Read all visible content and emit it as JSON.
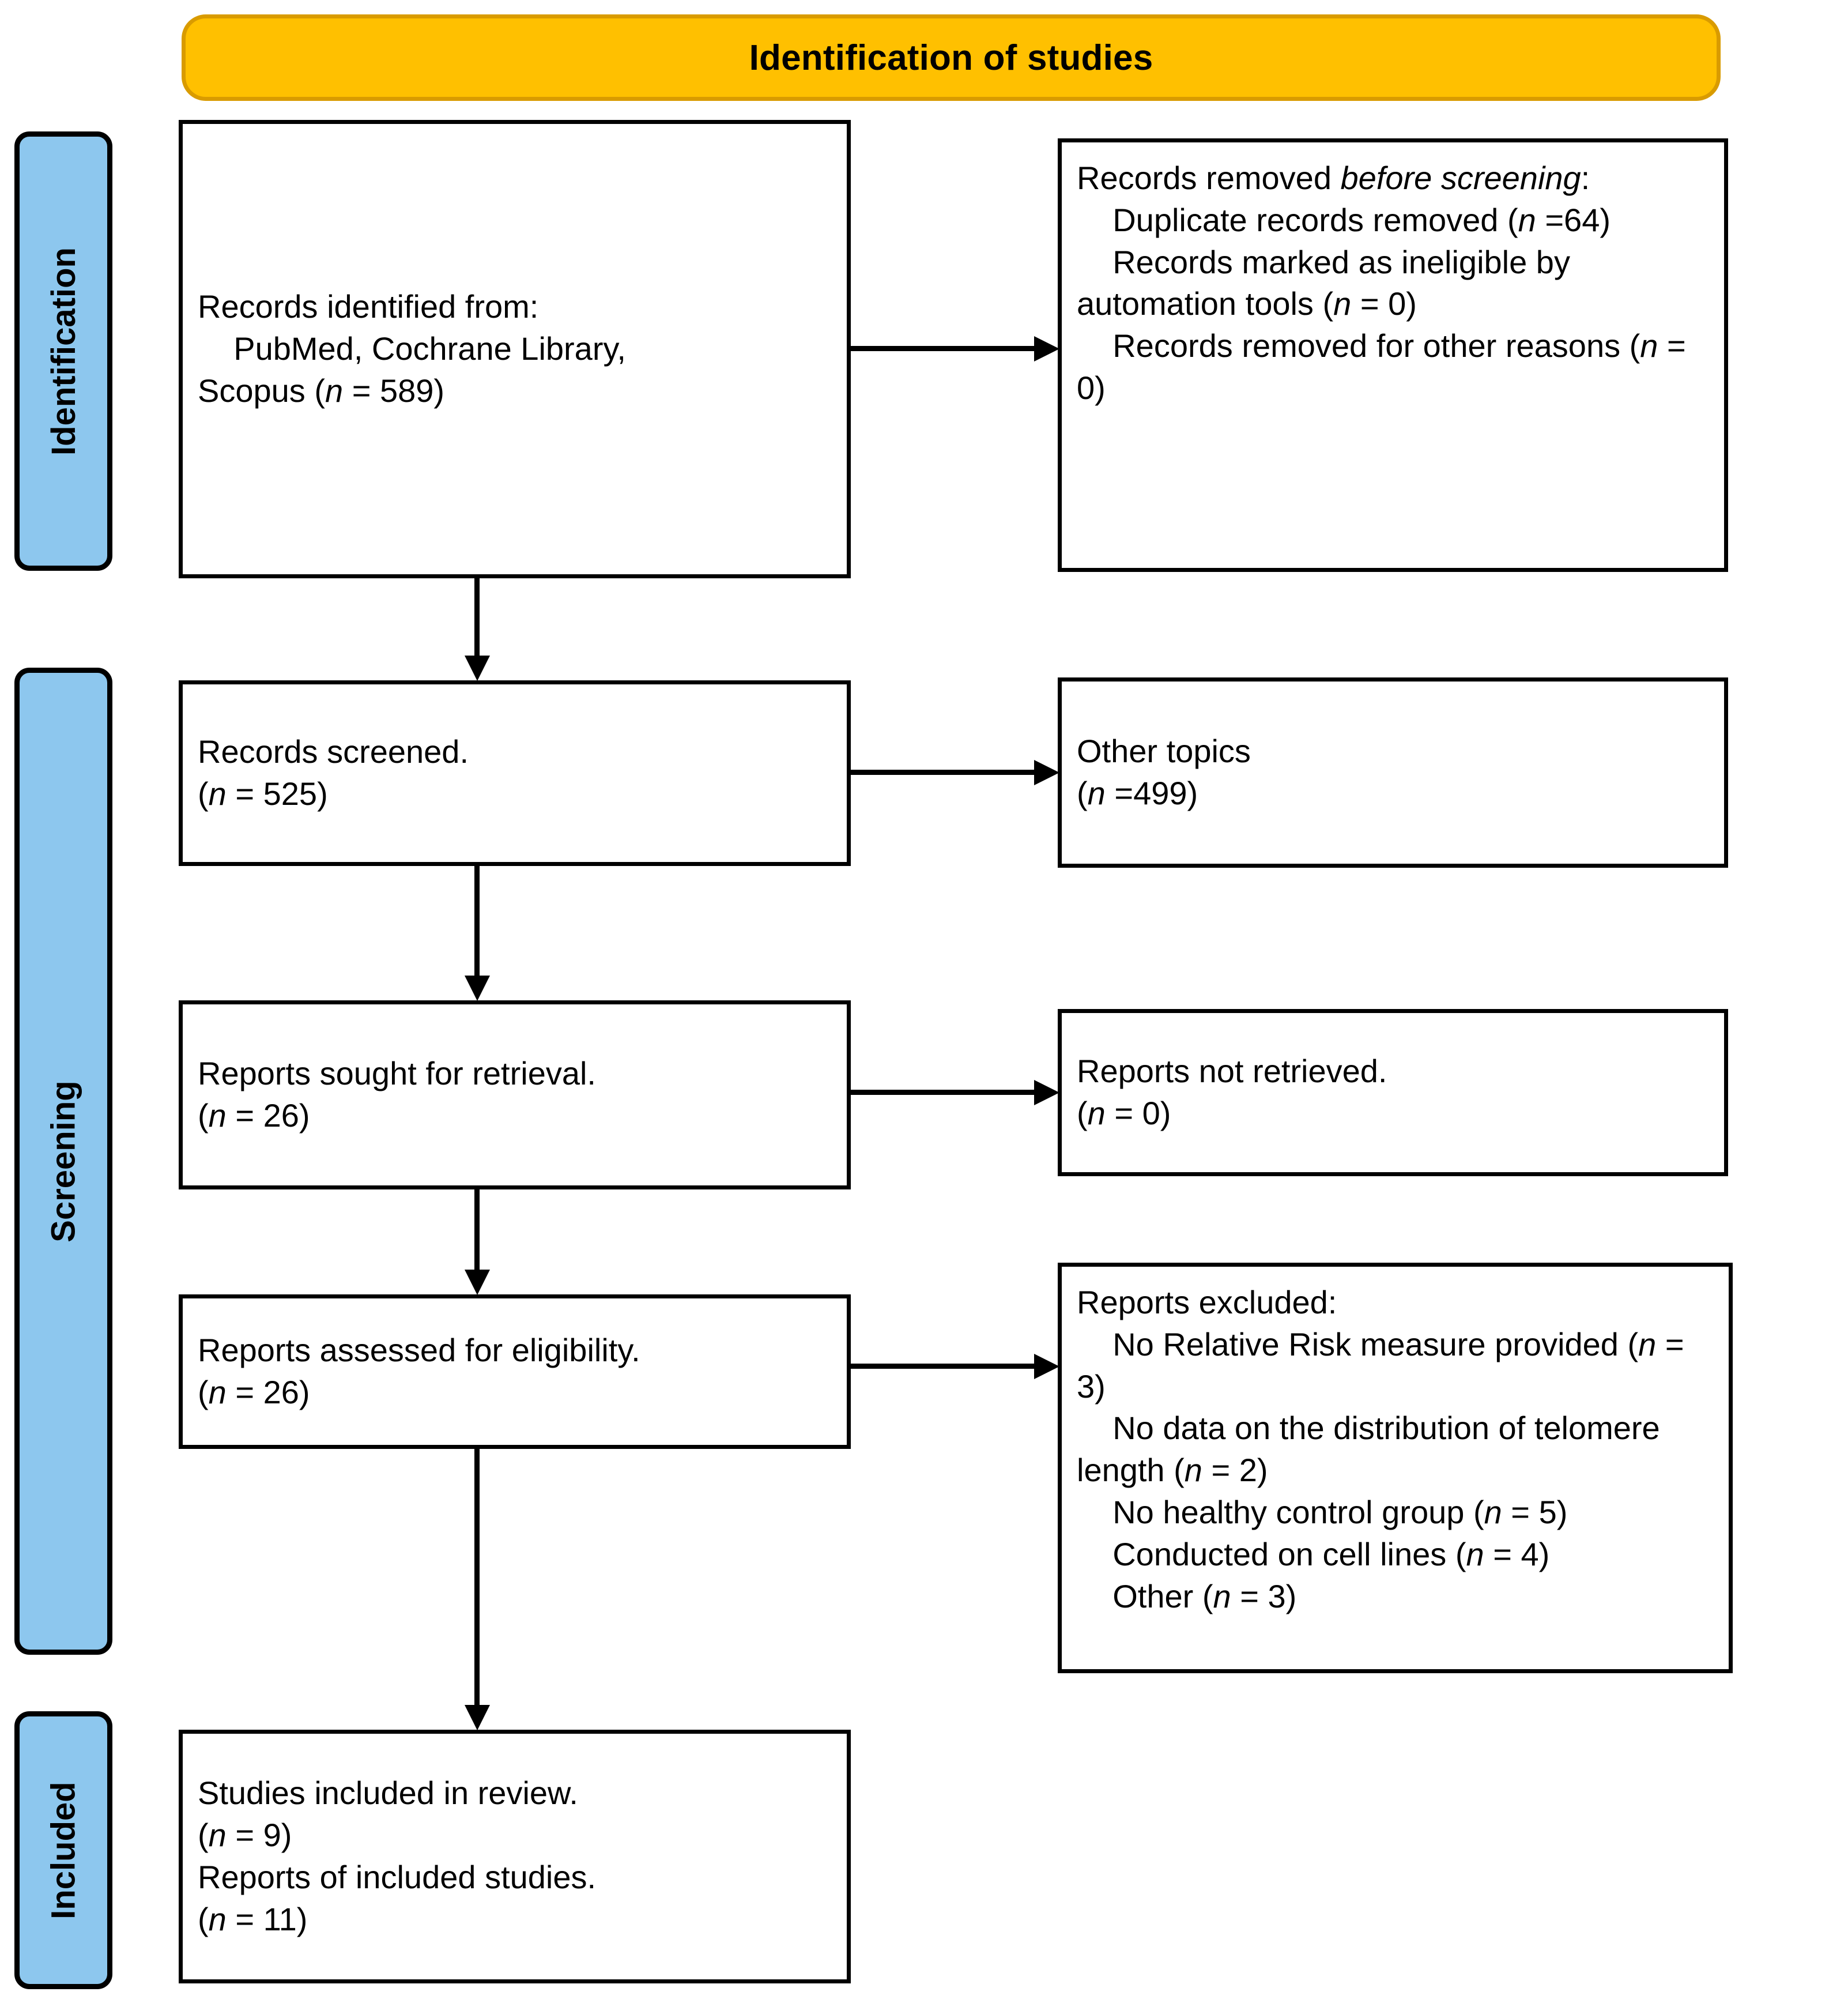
{
  "header": {
    "title": "Identification of studies",
    "fill_color": "#FFC000",
    "border_color": "#D99B00"
  },
  "stages": {
    "fill_color": "#8DC7EE",
    "items": [
      {
        "id": "identification",
        "label": "Identification"
      },
      {
        "id": "screening",
        "label": "Screening"
      },
      {
        "id": "included",
        "label": "Included"
      }
    ]
  },
  "boxes": {
    "identified": {
      "name": "records-identified",
      "line1": "Records identified from:",
      "line2": "    PubMed, Cochrane Library,",
      "line3_pre": "Scopus (",
      "line3_n": "n",
      "line3_post": " = 589)"
    },
    "removed_before": {
      "name": "records-removed-before-screening",
      "title_pre": "Records removed ",
      "title_em": "before screening",
      "title_post": ":",
      "items": [
        {
          "text_pre": "    Duplicate records removed (",
          "n": "n",
          "text_post": " =64)"
        },
        {
          "text_pre": "    Records marked as ineligible by automation tools (",
          "n": "n",
          "text_post": " = 0)"
        },
        {
          "text_pre": "    Records removed for other reasons (",
          "n": "n",
          "text_post": " = 0)"
        }
      ]
    },
    "screened": {
      "name": "records-screened",
      "line1": "Records screened.",
      "line2_pre": "(",
      "line2_n": "n",
      "line2_post": " = 525)"
    },
    "other_topics": {
      "name": "other-topics",
      "line1": "Other topics",
      "line2_pre": "(",
      "line2_n": "n",
      "line2_post": " =499)"
    },
    "sought": {
      "name": "reports-sought-for-retrieval",
      "line1": "Reports sought for retrieval.",
      "line2_pre": "(",
      "line2_n": "n",
      "line2_post": " = 26)"
    },
    "not_retrieved": {
      "name": "reports-not-retrieved",
      "line1": "Reports not retrieved.",
      "line2_pre": "(",
      "line2_n": "n",
      "line2_post": " = 0)"
    },
    "assessed": {
      "name": "reports-assessed-for-eligibility",
      "line1": "Reports assessed for eligibility.",
      "line2_pre": "(",
      "line2_n": "n",
      "line2_post": " = 26)"
    },
    "excluded": {
      "name": "reports-excluded",
      "title": "Reports excluded:",
      "items": [
        {
          "text_pre": "    No Relative Risk measure provided (",
          "n": "n",
          "text_post": " = 3)"
        },
        {
          "text_pre": "    No data on the distribution of telomere length (",
          "n": "n",
          "text_post": " = 2)"
        },
        {
          "text_pre": "    No healthy control group (",
          "n": "n",
          "text_post": " = 5)"
        },
        {
          "text_pre": "    Conducted on cell lines (",
          "n": "n",
          "text_post": " = 4)"
        },
        {
          "text_pre": "    Other (",
          "n": "n",
          "text_post": " = 3)"
        }
      ]
    },
    "included": {
      "name": "studies-included-in-review",
      "line1": "Studies included in review.",
      "line2_pre": "(",
      "line2_n": "n",
      "line2_post": " = 9)",
      "line3": "Reports of included studies.",
      "line4_pre": "(",
      "line4_n": "n",
      "line4_post": " = 11)"
    }
  },
  "chart_data": {
    "type": "diagram",
    "title": "Identification of studies",
    "flow": [
      {
        "stage": "Identification",
        "node": "Records identified from: PubMed, Cochrane Library, Scopus",
        "n": 589
      },
      {
        "stage": "Identification",
        "node": "Duplicate records removed",
        "n": 64
      },
      {
        "stage": "Identification",
        "node": "Records marked as ineligible by automation tools",
        "n": 0
      },
      {
        "stage": "Identification",
        "node": "Records removed for other reasons",
        "n": 0
      },
      {
        "stage": "Screening",
        "node": "Records screened",
        "n": 525
      },
      {
        "stage": "Screening",
        "node": "Other topics",
        "n": 499
      },
      {
        "stage": "Screening",
        "node": "Reports sought for retrieval",
        "n": 26
      },
      {
        "stage": "Screening",
        "node": "Reports not retrieved",
        "n": 0
      },
      {
        "stage": "Screening",
        "node": "Reports assessed for eligibility",
        "n": 26
      },
      {
        "stage": "Screening",
        "node": "Excluded: No Relative Risk measure provided",
        "n": 3
      },
      {
        "stage": "Screening",
        "node": "Excluded: No data on the distribution of telomere length",
        "n": 2
      },
      {
        "stage": "Screening",
        "node": "Excluded: No healthy control group",
        "n": 5
      },
      {
        "stage": "Screening",
        "node": "Excluded: Conducted on cell lines",
        "n": 4
      },
      {
        "stage": "Screening",
        "node": "Excluded: Other",
        "n": 3
      },
      {
        "stage": "Included",
        "node": "Studies included in review",
        "n": 9
      },
      {
        "stage": "Included",
        "node": "Reports of included studies",
        "n": 11
      }
    ]
  }
}
